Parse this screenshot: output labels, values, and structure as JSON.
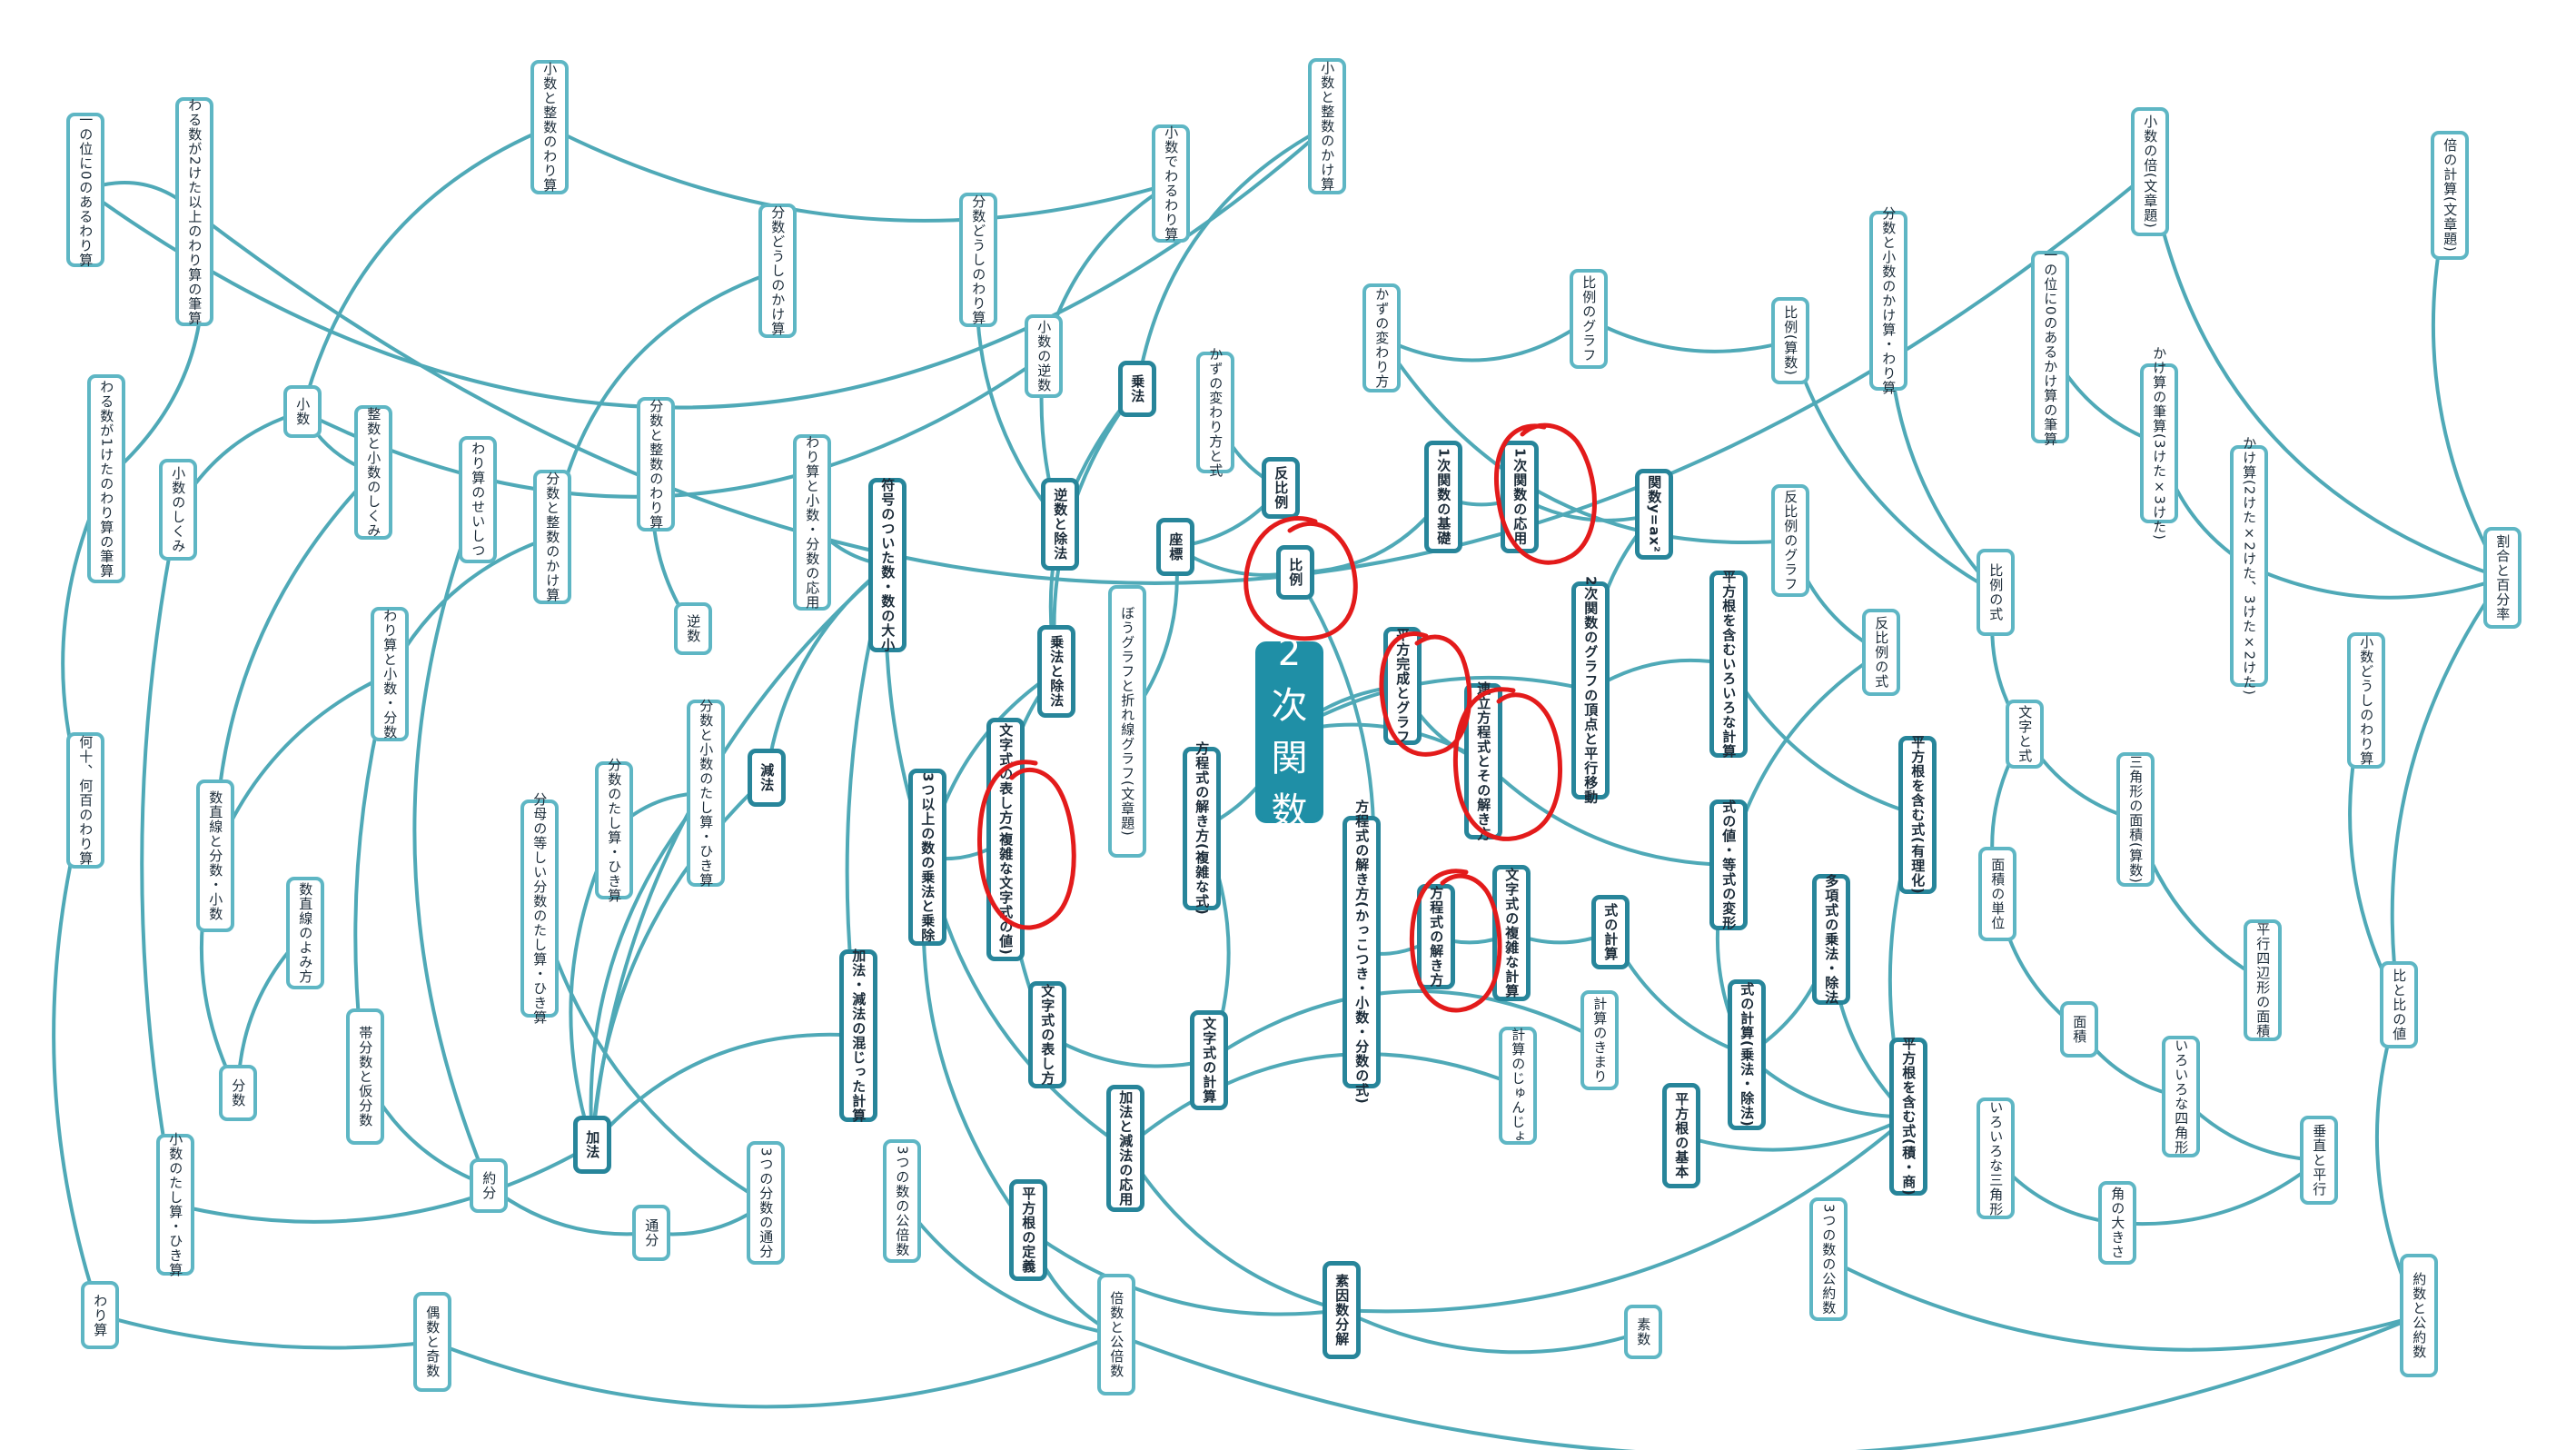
{
  "colors": {
    "edge": "#4fa9b7",
    "edge_strong": "#237f94",
    "center_fill": "#1f8fa6",
    "annotation": "#e31b1b"
  },
  "nodes": {
    "center": "2次関数",
    "n_ichi_zero": "一の位に0のあるわり算",
    "n_waru2keta": "わる数が2けた以上のわり算の筆算",
    "n_waru1keta": "わる数が1けたのわり算の筆算",
    "n_nanjuu": "何十、何百のわり算",
    "n_warizan": "わり算",
    "n_shosu_seisu_wari": "小数と整数のわり算",
    "n_shosu": "小数",
    "n_shosu_shikumi": "小数のしくみ",
    "n_seisu_shosu_shikumi": "整数と小数のしくみ",
    "n_warizan_seishitsu": "わり算のせいしつ",
    "n_warizan_shosu_bunsu": "わり算と小数・分数",
    "n_suchokusen": "数直線と分数・小数",
    "n_suchokusen_yomi": "数直線のよみ方",
    "n_bunsu": "分数",
    "n_taibunsu": "帯分数と仮分数",
    "n_shosu_tashi": "小数のたし算・ひき算",
    "n_bunsu_seisu_kake": "分数と整数のかけ算",
    "n_bunsu_seisu_wari": "分数と整数のわり算",
    "n_bunsu_doushi_kake": "分数どうしのかけ算",
    "n_bunsu_doushi_wari": "分数どうしのわり算",
    "n_gyakusu": "逆数",
    "n_bunsu_shosu_tashi": "分数と小数のたし算・ひき算",
    "n_bunsu_tashi": "分数のたし算・ひき算",
    "n_bunbo": "分母の等しい分数のたし算・ひき算",
    "n_yakubun": "約分",
    "n_tsubun": "通分",
    "n_3bunsu_tsubun": "3つの分数の通分",
    "n_kasan": "加法",
    "n_gensan": "減法",
    "n_fugou": "符号のついた数・数の大小",
    "n_warizan_shosu_oyo": "わり算と小数・分数の応用",
    "n_kagenkonjiri": "加法・減法の混じった計算",
    "n_3ijou": "3つ以上の数の乗法と乗除",
    "n_3kobaisu": "3つの数の公倍数",
    "n_guusu": "偶数と奇数",
    "n_baisu": "倍数と公倍数",
    "n_shosu_de_waru": "小数でわるわり算",
    "n_shosu_seisu_kake": "小数と整数のかけ算",
    "n_shosu_gyakusu": "小数の逆数",
    "n_jouhou": "乗法",
    "n_gyakusu_johou": "逆数と除法",
    "n_jouhou_johou": "乗法と除法",
    "n_bou_graph": "ぼうグラフと折れ線グラフ(文章題)",
    "n_zahyou": "座標",
    "n_moji_hyou_fukuzatsu": "文字式の表し方(複雑な文字式の値)",
    "n_moji_hyou": "文字式の表し方",
    "n_heihoukon_teigi": "平方根の定義",
    "n_kagen_oyo": "加法と減法の応用",
    "n_moji_keisan": "文字式の計算",
    "n_houteishiki_fukuzatsu": "方程式の解き方(複雑な式)",
    "n_kazu_henwari_shiki": "かずの変わり方と式",
    "n_kazu_henwari": "かずの変わり方",
    "n_hanpirei": "反比例",
    "n_hirei": "比例",
    "n_hirei_graph": "比例のグラフ",
    "n_1ji_kiso": "1次関数の基礎",
    "n_1ji_oyo": "1次関数の応用",
    "n_kansu_ax2": "関数y=ax²",
    "n_heihoukansei": "平方完成とグラフ",
    "n_2ji_graph": "2次関数のグラフの頂点と平行移動",
    "n_renritsu": "連立方程式とその解き方",
    "n_houteishiki_kakko": "方程式の解き方(かっこつき・小数・分数の式)",
    "n_houteishiki_toki": "方程式の解き方",
    "n_moji_fukuzatsu_keisan": "文字式の複雑な計算",
    "n_shiki_keisan": "式の計算",
    "n_keisan_junjo": "計算のじゅんじょ",
    "n_keisan_kimari": "計算のきまり",
    "n_soinsu": "素因数分解",
    "n_sosu": "素数",
    "n_heihoukon_kihon": "平方根の基本",
    "n_shiki_keisan_jouhou": "式の計算(乗法・除法)",
    "n_shiki_atai": "式の値・等式の変形",
    "n_takou": "多項式の乗法・除法",
    "n_heihoukon_iroiro": "平方根を含むいろいろな計算",
    "n_heihoukon_yuurika": "平方根を含む式(有理化)",
    "n_heihoukon_seki": "平方根を含む式(積・商)",
    "n_3yakusu": "3つの数の公約数",
    "n_hirei_sansu": "比例(算数)",
    "n_hanpirei_graph": "反比例のグラフ",
    "n_hanpirei_shiki": "反比例の式",
    "n_hirei_shiki": "比例の式",
    "n_bunsu_shosu_kake": "分数と小数のかけ算・わり算",
    "n_ichi_zero_kake": "一の位に0のあるかけ算の筆算",
    "n_kake_hissan": "かけ算の筆算(3けた×3けた)",
    "n_kakezan_2keta": "かけ算(2けた×2けた、3けた×2けた)",
    "n_shosu_bai_bun": "小数の倍(文章題)",
    "n_bai_keisan": "倍の計算(文章題)",
    "n_wariai": "割合と百分率",
    "n_shosu_doushi_wari": "小数どうしのわり算",
    "n_moji_to_shiki": "文字と式",
    "n_menseki_tani": "面積の単位",
    "n_sankaku_menseki": "三角形の面積(算数)",
    "n_heikou_shihen": "平行四辺形の面積",
    "n_menseki": "面積",
    "n_iroiro_shikaku": "いろいろな四角形",
    "n_iroiro_sankaku": "いろいろな三角形",
    "n_kaku_ookisa": "角の大きさ",
    "n_suichoku": "垂直と平行",
    "n_hi": "比と比の値",
    "n_yakusu": "約数と公約数"
  }
}
